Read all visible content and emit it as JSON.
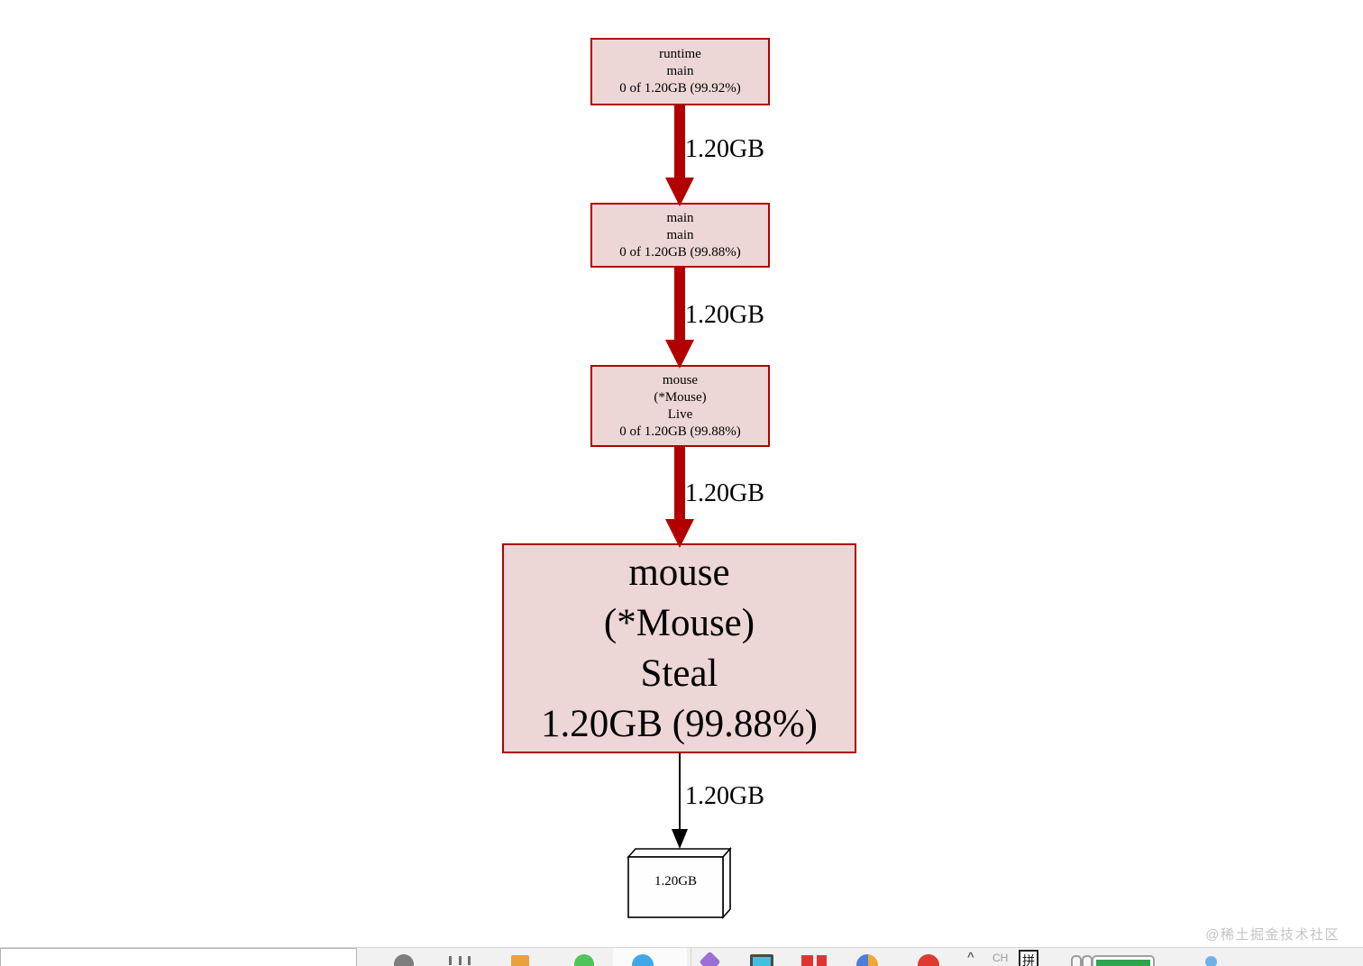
{
  "graph": {
    "nodes": [
      {
        "label_lines": [
          "runtime",
          "main",
          "0 of 1.20GB (99.92%)"
        ]
      },
      {
        "label_lines": [
          "main",
          "main",
          "0 of 1.20GB (99.88%)"
        ]
      },
      {
        "label_lines": [
          "mouse",
          "(*Mouse)",
          "Live",
          "0 of 1.20GB (99.88%)"
        ]
      },
      {
        "label_lines": [
          "mouse",
          "(*Mouse)",
          "Steal",
          "1.20GB (99.88%)"
        ]
      },
      {
        "label_lines": [
          "1.20GB"
        ]
      }
    ],
    "edges": [
      {
        "label": "1.20GB",
        "weight": "heavy",
        "color": "#b20000"
      },
      {
        "label": "1.20GB",
        "weight": "heavy",
        "color": "#b20000"
      },
      {
        "label": "1.20GB",
        "weight": "heavy",
        "color": "#b20000"
      },
      {
        "label": "1.20GB",
        "weight": "light",
        "color": "#000000"
      }
    ],
    "colors": {
      "node_fill": "#edd6d6",
      "node_border": "#b20000",
      "sink_fill": "#fefefe",
      "sink_border": "#000000"
    }
  },
  "watermark": {
    "text": "@稀土掘金技术社区",
    "color": "#c3c3c3"
  },
  "taskbar": {
    "tray": {
      "chevron": "^",
      "language": "CH",
      "ime": "拼"
    },
    "icons": [
      {
        "name": "round-gray-app",
        "color": "#7d7d7d"
      },
      {
        "name": "task-view",
        "color": "#6f6f6f"
      },
      {
        "name": "file-explorer",
        "color": "#e9a23b"
      },
      {
        "name": "green-messenger",
        "color": "#4fc45a"
      },
      {
        "name": "blue-browser",
        "color": "#3fa9e8"
      },
      {
        "name": "purple-app",
        "color": "#9b6fd6"
      },
      {
        "name": "monitor-app",
        "color": "#41c0e0"
      },
      {
        "name": "red-tiles-app",
        "color": "#e23333"
      },
      {
        "name": "multicolor-app",
        "color": "#4a7fe0",
        "color2": "#f0a832"
      },
      {
        "name": "red-round-app",
        "color": "#dd3b30"
      },
      {
        "name": "battery",
        "color": "#2ea44f"
      },
      {
        "name": "blue-dot",
        "color": "#6cb3ea"
      }
    ]
  }
}
